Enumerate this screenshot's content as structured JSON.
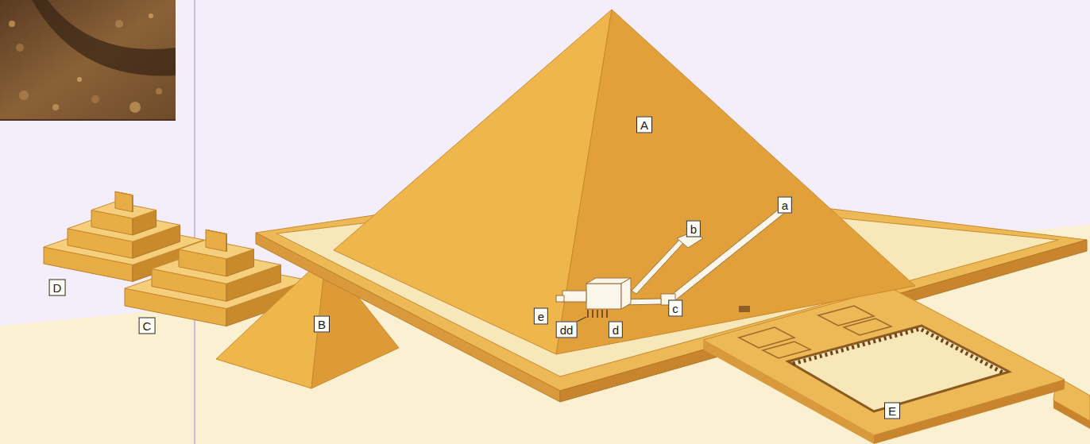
{
  "diagram": {
    "labels": [
      "A",
      "a",
      "b",
      "e",
      "c",
      "d",
      "dd",
      "D",
      "B",
      "C",
      "E"
    ]
  }
}
